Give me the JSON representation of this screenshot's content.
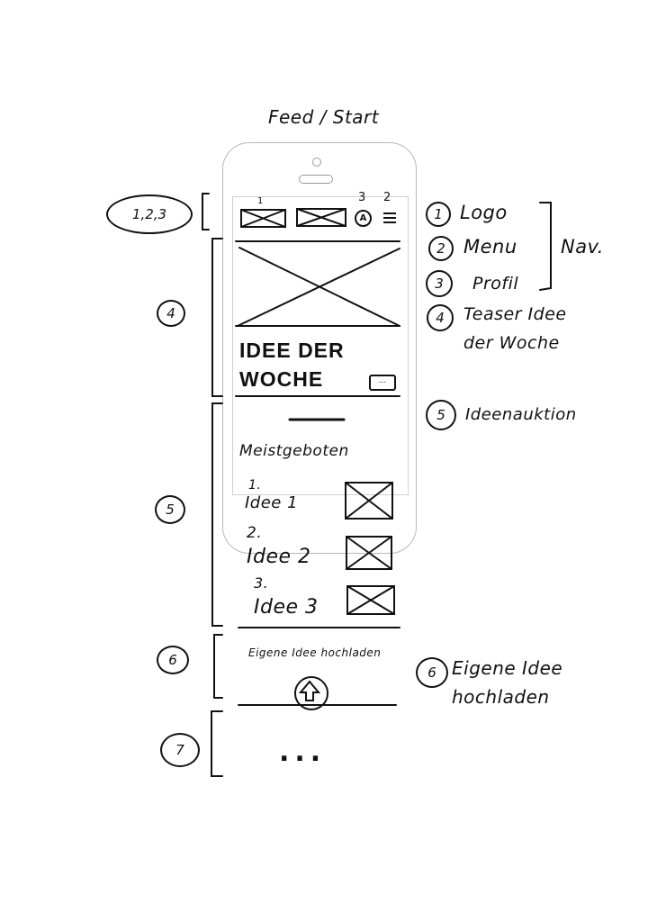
{
  "title": "Feed / Start",
  "left_labels": {
    "header_group": "1,2,3",
    "section4": "4",
    "section5": "5",
    "section6": "6",
    "section7": "7"
  },
  "phone": {
    "header_numbers": {
      "logo": "1",
      "profile": "3",
      "menu": "2"
    },
    "profile_icon_glyph": "A",
    "teaser_line1": "IDEE DER",
    "teaser_line2": "WOCHE",
    "more_label": "...",
    "auction_heading": "Meistgeboten",
    "ideas": [
      {
        "rank": "1.",
        "name": "Idee 1"
      },
      {
        "rank": "2.",
        "name": "Idee 2"
      },
      {
        "rank": "3.",
        "name": "Idee 3"
      }
    ],
    "upload_label": "Eigene Idee hochladen",
    "ellipsis": "..."
  },
  "legend": {
    "items": [
      {
        "num": "1",
        "label": "Logo"
      },
      {
        "num": "2",
        "label": "Menu"
      },
      {
        "num": "3",
        "label": "Profil"
      }
    ],
    "nav_label": "Nav.",
    "teaser": {
      "num": "4",
      "line1": "Teaser Idee",
      "line2": "der Woche"
    },
    "auction": {
      "num": "5",
      "label": "Ideenauktion"
    },
    "upload": {
      "num": "6",
      "line1": "Eigene Idee",
      "line2": "hochladen"
    }
  }
}
